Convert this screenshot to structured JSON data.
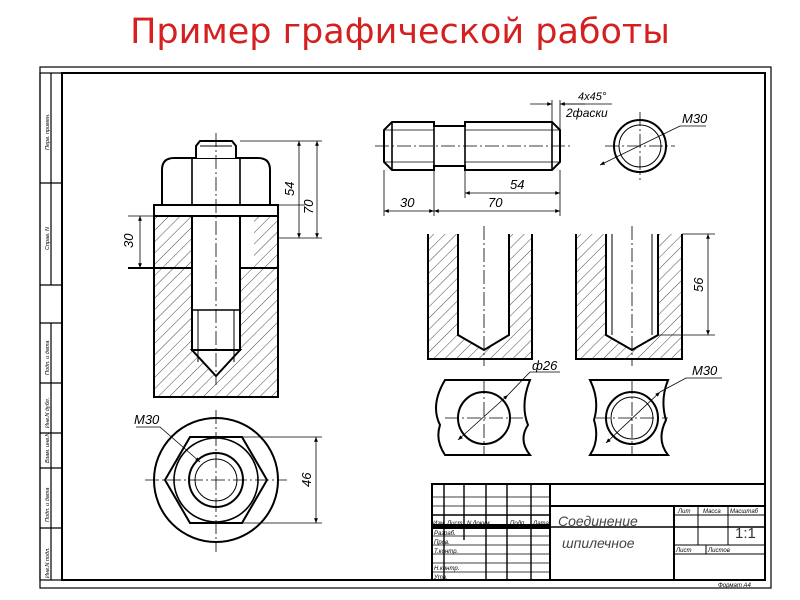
{
  "slide": {
    "title": "Пример графической работы"
  },
  "dimensions": {
    "nut_height": "54",
    "stud_length_left": "70",
    "hole_depth_left": "30",
    "top_view_width": "46",
    "thread_m30_nut": "M30",
    "chamfer": "4x45°",
    "chamfer_note": "2фаски",
    "stud_end": "30",
    "stud_total": "70",
    "stud_thread": "54",
    "stud_section": "M30",
    "hole_depth": "56",
    "hole_diameter": "ф26",
    "hole_thread": "M30"
  },
  "side_stamp": {
    "cells": [
      "Перв. примен.",
      "Справ. N",
      "Подп. и дата",
      "Инв.N дубл.",
      "Взам. инв.N",
      "Подп. и дата",
      "Инв.N подл."
    ]
  },
  "title_block": {
    "headers": [
      "Изм",
      "Лист",
      "N докум.",
      "Подп.",
      "Дата"
    ],
    "roles": [
      "Разраб.",
      "Пров.",
      "Т.контр.",
      "Н.контр.",
      "Утв."
    ],
    "name_line1": "Соединение",
    "name_line2": "шпилечное",
    "col_labels": [
      "Лит",
      "Масса",
      "Масштаб"
    ],
    "scale": "1:1",
    "sheet_label": "Лист",
    "sheets_label": "Листов",
    "format_label": "Формат А4"
  }
}
